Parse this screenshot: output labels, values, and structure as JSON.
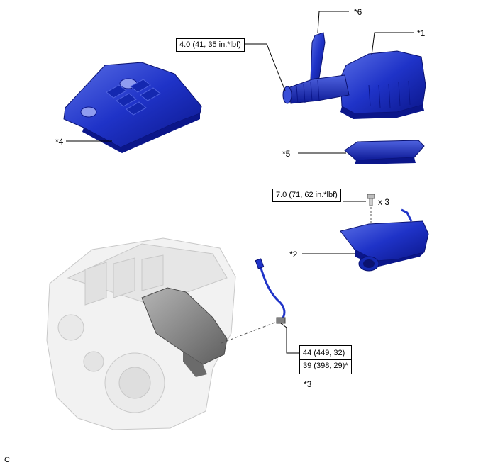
{
  "callouts": {
    "c1": "*1",
    "c2": "*2",
    "c3": "*3",
    "c4": "*4",
    "c5": "*5",
    "c6": "*6"
  },
  "torque": {
    "hose_clamp": "4.0 (41, 35 in.*lbf)",
    "bolt": "7.0 (71, 62 in.*lbf)",
    "sensor_line1": "44 (449, 32)",
    "sensor_line2": "39 (398, 29)*"
  },
  "bolt_qty": "x 3",
  "figure_code": "C",
  "colors": {
    "part_blue": "#1f33c8",
    "part_blue_dark": "#0b168a",
    "part_blue_light": "#5a6fe6",
    "engine_ghost": "#d9d9d9",
    "manifold_gray": "#8c8c8c"
  }
}
